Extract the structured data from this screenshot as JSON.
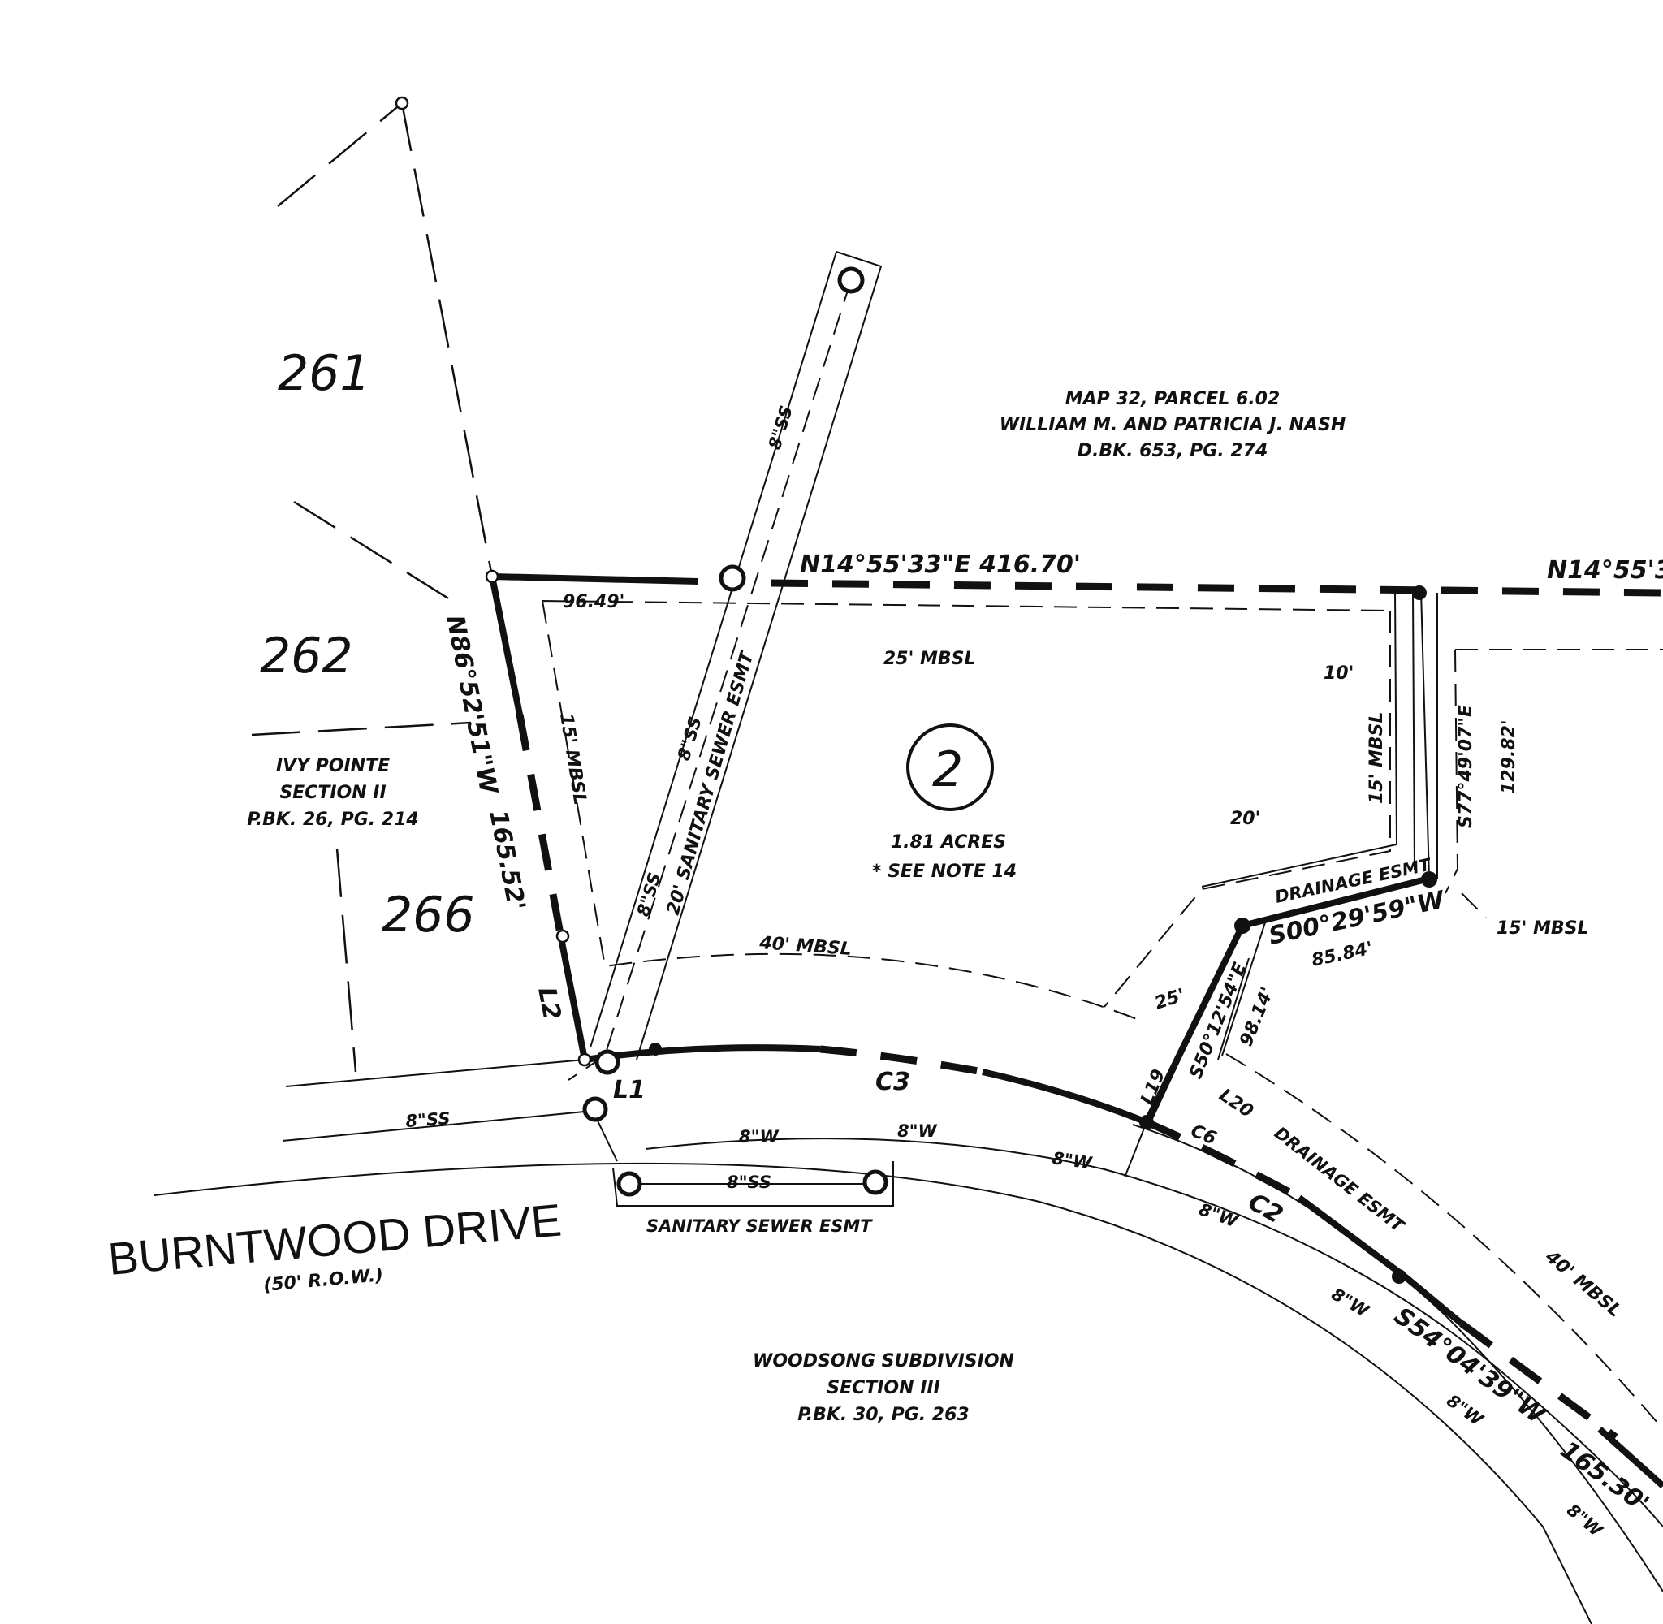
{
  "lots": {
    "lot_261": "261",
    "lot_262": "262",
    "lot_266": "266",
    "lot_2": "2"
  },
  "adjoiner_north": {
    "line1": "MAP 32, PARCEL 6.02",
    "line2": "WILLIAM M. AND PATRICIA J. NASH",
    "line3": "D.BK. 653, PG. 274"
  },
  "adjoiner_west": {
    "line1": "IVY POINTE",
    "line2": "SECTION II",
    "line3": "P.BK. 26, PG. 214"
  },
  "adjoiner_south": {
    "line1": "WOODSONG SUBDIVISION",
    "line2": "SECTION III",
    "line3": "P.BK. 30, PG. 263"
  },
  "lot_info": {
    "acres": "1.81 ACRES",
    "note": "* SEE NOTE 14"
  },
  "road": {
    "name": "BURNTWOOD DRIVE",
    "row": "(50' R.O.W.)"
  },
  "bearings": {
    "north_line": "N14°55'33\"E  416.70'",
    "north_line_cont": "N14°55'3",
    "west_line_bearing": "N86°52'51\"W",
    "west_line_dist": "165.52'",
    "east_a": "S77°49'07\"E",
    "east_a_dist": "129.82'",
    "drain_a": "S00°29'59\"W",
    "drain_a_dist": "85.84'",
    "drain_b": "S50°12'54\"E",
    "drain_b_dist": "98.14'",
    "south_line": "S54°04'39\"W",
    "south_line_dist": "165.30'",
    "dist_9649": "96.49'"
  },
  "setbacks": {
    "mbsl_25": "25' MBSL",
    "mbsl_15_west": "15' MBSL",
    "mbsl_40_front": "40' MBSL",
    "mbsl_15_east": "15' MBSL",
    "mbsl_15_se": "15' MBSL",
    "mbsl_40_se": "40' MBSL",
    "dim_10": "10'",
    "dim_20": "20'",
    "dim_25": "25'"
  },
  "easements": {
    "sewer_20": "20' SANITARY SEWER ESMT",
    "sewer_bottom": "SANITARY SEWER ESMT",
    "drainage_top": "DRAINAGE ESMT",
    "drainage_bottom": "DRAINAGE ESMT"
  },
  "utilities": {
    "ss_label": "8\"SS",
    "w_label": "8\"W"
  },
  "line_labels": {
    "l1": "L1",
    "l2": "L2",
    "l19": "L19",
    "l20": "L20",
    "c2": "C2",
    "c3": "C3",
    "c6": "C6"
  }
}
